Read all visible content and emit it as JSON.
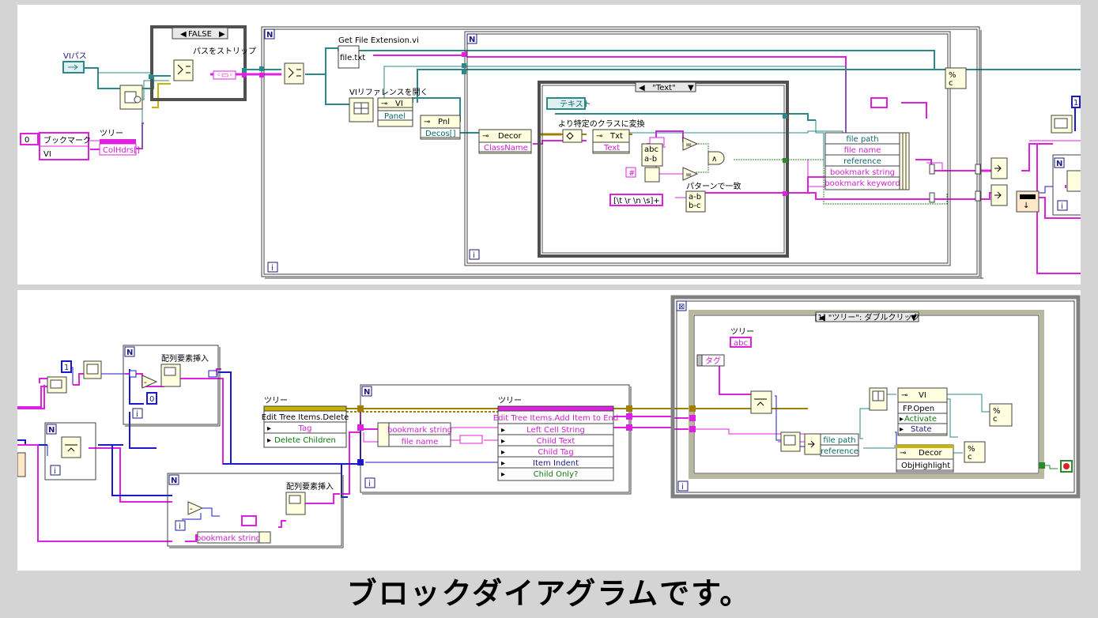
{
  "caption": "ブロックダイアグラムです。",
  "top": {
    "case_selector": "FALSE",
    "strip_path_label": "パスをストリップ",
    "vi_path_label": "VIパス",
    "constant_zero": "0",
    "bookmark_label": "ブックマーク",
    "vi_label": "VI",
    "tree_label": "ツリー",
    "colhdrs_label": "ColHdrs[]",
    "get_file_ext": "Get File Extension.vi",
    "file_icon": "file.txt",
    "open_vi_ref": "VIリファレンスを開く",
    "vi_node": "VI",
    "panel_node": "Panel",
    "pnl_node": "Pnl",
    "decos_node": "Decos[]",
    "decor_node": "Decor",
    "classname_node": "ClassName",
    "text_case": "\"Text\"",
    "text_label": "テキスト",
    "convert_class": "より特定のクラスに変換",
    "txt_node": "Txt",
    "text_node": "Text",
    "match_pattern": "パターンで一致",
    "regex_const": "[\\t \\r \\n \\s]+",
    "bundle_items": [
      "file path",
      "file name",
      "reference",
      "bookmark string",
      "bookmark keyword"
    ],
    "for_n": "N",
    "loop_i": "i"
  },
  "bottom": {
    "const_one": "1",
    "insert_array_1": "配列要素挿入",
    "insert_array_2": "配列要素挿入",
    "const_zero": "0",
    "bookmark_string": "bookmark string",
    "tree_label_1": "ツリー",
    "delete_items": [
      "Edit Tree Items.Delete",
      "Tag",
      "Delete Children"
    ],
    "unbundle_items": [
      "bookmark string",
      "file name"
    ],
    "tree_label_2": "ツリー",
    "add_items": [
      "Edit Tree Items.Add Item to End",
      "Left Cell String",
      "Child Text",
      "Child Tag",
      "Item Indent",
      "Child Only?"
    ],
    "event_case": "[1] \"ツリー\": ダブルクリック",
    "tree_label_3": "ツリー",
    "tag_label": "タグ",
    "unbundle_right": [
      "file path",
      "reference"
    ],
    "vi_node": "VI",
    "fp_items": [
      "FP.Open",
      "Activate",
      "State"
    ],
    "decor_node": "Decor",
    "obj_highlight": "ObjHighlight",
    "for_n": "N",
    "loop_i": "i"
  },
  "colors": {
    "pink_wire": "#e020e0",
    "teal_wire": "#2a8a8a",
    "blue_wire": "#1a1acc",
    "green_wire": "#2a8a2a",
    "frame_gray": "#505050"
  }
}
